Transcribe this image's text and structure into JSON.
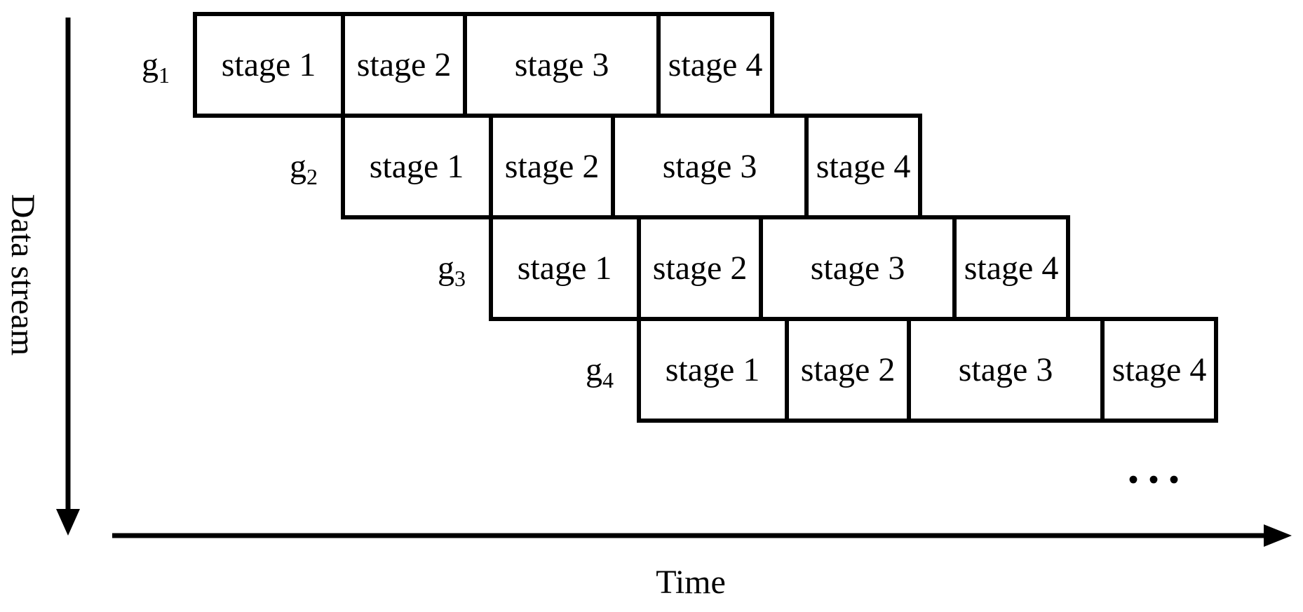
{
  "axes": {
    "y_label": "Data stream",
    "x_label": "Time"
  },
  "ellipsis": "...",
  "pipeline": {
    "rows": [
      {
        "group": "g",
        "sub": "1",
        "stages": [
          "stage 1",
          "stage 2",
          "stage 3",
          "stage 4"
        ]
      },
      {
        "group": "g",
        "sub": "2",
        "stages": [
          "stage 1",
          "stage 2",
          "stage 3",
          "stage 4"
        ]
      },
      {
        "group": "g",
        "sub": "3",
        "stages": [
          "stage 1",
          "stage 2",
          "stage 3",
          "stage 4"
        ]
      },
      {
        "group": "g",
        "sub": "4",
        "stages": [
          "stage 1",
          "stage 2",
          "stage 3",
          "stage 4"
        ]
      }
    ]
  },
  "colors": {
    "ink": "#000000",
    "paper": "#ffffff"
  }
}
